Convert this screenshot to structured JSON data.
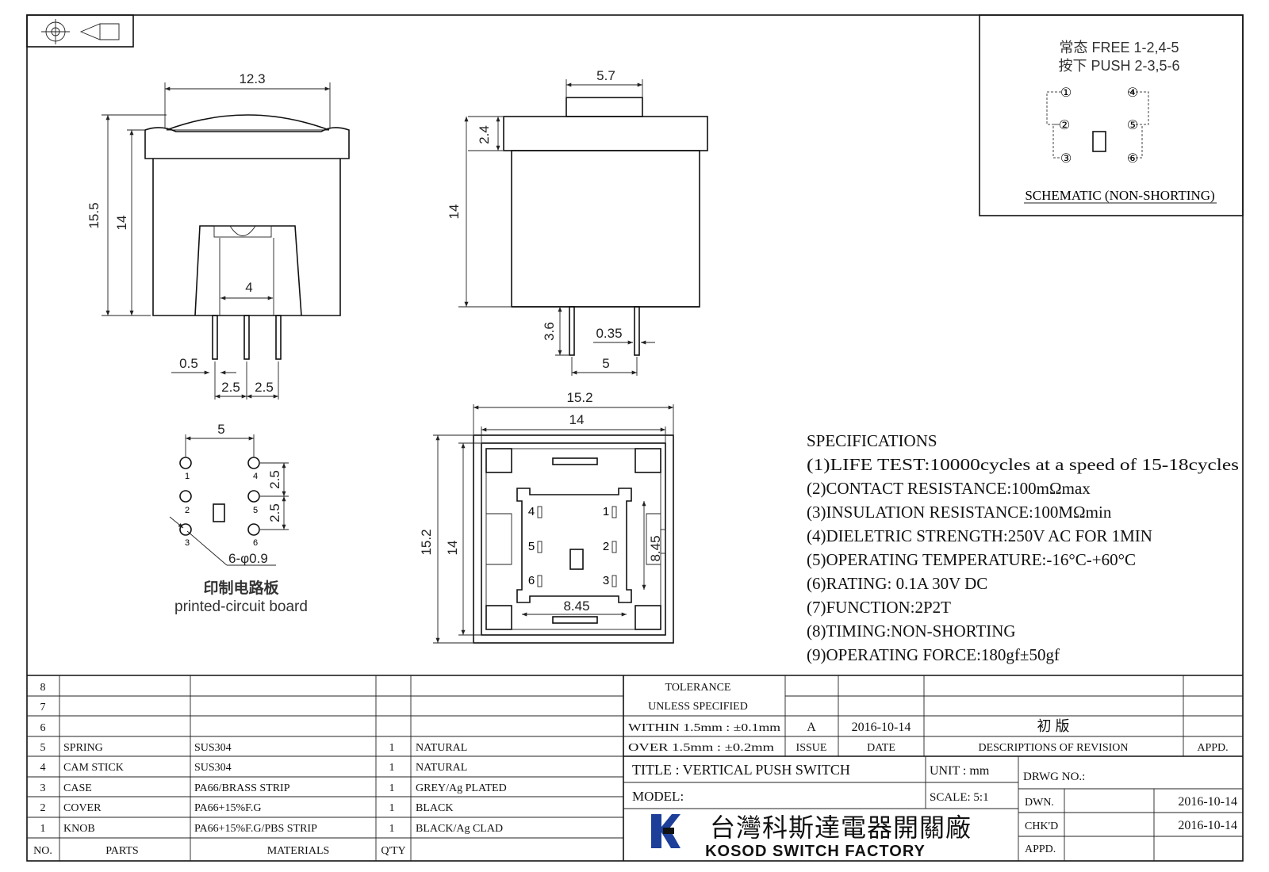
{
  "dimensions": {
    "front_width": "12.3",
    "front_overall_height": "15.5",
    "front_body_height": "14",
    "front_slot": "4",
    "pin_width": "0.5",
    "pin_pitch_a": "2.5",
    "pin_pitch_b": "2.5",
    "side_button_width": "5.7",
    "side_cap_height": "2.4",
    "side_body_height": "14",
    "side_pin_length": "3.6",
    "side_pin_thickness": "0.35",
    "side_pin_spacing": "5",
    "top_outer_width": "15.2",
    "top_inner_width": "14",
    "top_outer_height": "15.2",
    "top_inner_height": "14",
    "top_contact_height": "8.45",
    "top_contact_width": "8.45",
    "pcb_spacing": "5",
    "pcb_pitch_a": "2.5",
    "pcb_pitch_b": "2.5",
    "pcb_holes": "6-φ0.9"
  },
  "pcb": {
    "title_cn": "印制电路板",
    "title_en": "printed-circuit board",
    "hole_labels": [
      "1",
      "2",
      "3",
      "4",
      "5",
      "6"
    ]
  },
  "top_view_labels": [
    "4",
    "1",
    "5",
    "2",
    "6",
    "3"
  ],
  "schematic": {
    "line1": "常态 FREE 1-2,4-5",
    "line2": "按下 PUSH 2-3,5-6",
    "pins": [
      "①",
      "②",
      "③",
      "④",
      "⑤",
      "⑥"
    ],
    "title": "SCHEMATIC (NON-SHORTING)"
  },
  "specifications": {
    "heading": "SPECIFICATIONS",
    "items": [
      "(1)LIFE TEST:10000cycles at a speed of 15-18cycles",
      "(2)CONTACT RESISTANCE:100mΩmax",
      "(3)INSULATION RESISTANCE:100MΩmin",
      "(4)DIELETRIC STRENGTH:250V AC FOR 1MIN",
      "(5)OPERATING TEMPERATURE:-16°C-+60°C",
      "(6)RATING: 0.1A 30V DC",
      "(7)FUNCTION:2P2T",
      "(8)TIMING:NON-SHORTING",
      "(9)OPERATING FORCE:180gf±50gf"
    ]
  },
  "bom": {
    "header": {
      "no": "NO.",
      "parts": "PARTS",
      "materials": "MATERIALS",
      "qty": "Q'TY"
    },
    "rows": [
      {
        "no": "8",
        "part": "",
        "material": "",
        "qty": "",
        "finish": ""
      },
      {
        "no": "7",
        "part": "",
        "material": "",
        "qty": "",
        "finish": ""
      },
      {
        "no": "6",
        "part": "",
        "material": "",
        "qty": "",
        "finish": ""
      },
      {
        "no": "5",
        "part": "SPRING",
        "material": "SUS304",
        "qty": "1",
        "finish": "NATURAL"
      },
      {
        "no": "4",
        "part": "CAM STICK",
        "material": "SUS304",
        "qty": "1",
        "finish": "NATURAL"
      },
      {
        "no": "3",
        "part": "CASE",
        "material": "PA66/BRASS STRIP",
        "qty": "1",
        "finish": "GREY/Ag PLATED"
      },
      {
        "no": "2",
        "part": "COVER",
        "material": "PA66+15%F.G",
        "qty": "1",
        "finish": "BLACK"
      },
      {
        "no": "1",
        "part": "KNOB",
        "material": "PA66+15%F.G/PBS STRIP",
        "qty": "1",
        "finish": "BLACK/Ag CLAD"
      }
    ]
  },
  "title_block": {
    "tolerance_1": "TOLERANCE",
    "tolerance_2": "UNLESS   SPECIFIED",
    "within": "WITHIN 1.5mm : ±0.1mm",
    "over": "OVER 1.5mm : ±0.2mm",
    "issue_value": "A",
    "date_value": "2016-10-14",
    "revision_desc": "初  版",
    "issue_label": "ISSUE",
    "date_label": "DATE",
    "desc_label": "DESCRIPTIONS OF REVISION",
    "appd_label": "APPD.",
    "title": "TITLE :  VERTICAL PUSH SWITCH",
    "unit": "UNIT :   mm",
    "drwg_no": "DRWG NO.:",
    "model": "MODEL:",
    "scale": "SCALE:  5:1",
    "dwn_label": "DWN.",
    "dwn_date": "2016-10-14",
    "chkd_label": "CHK'D",
    "chkd_date": "2016-10-14",
    "appd2_label": "APPD.",
    "company_cn": "台灣科斯達電器開關廠",
    "company_en": "KOSOD SWITCH FACTORY",
    "colors": {
      "logo_blue": "#1d3f9a",
      "ink": "#111111"
    }
  }
}
